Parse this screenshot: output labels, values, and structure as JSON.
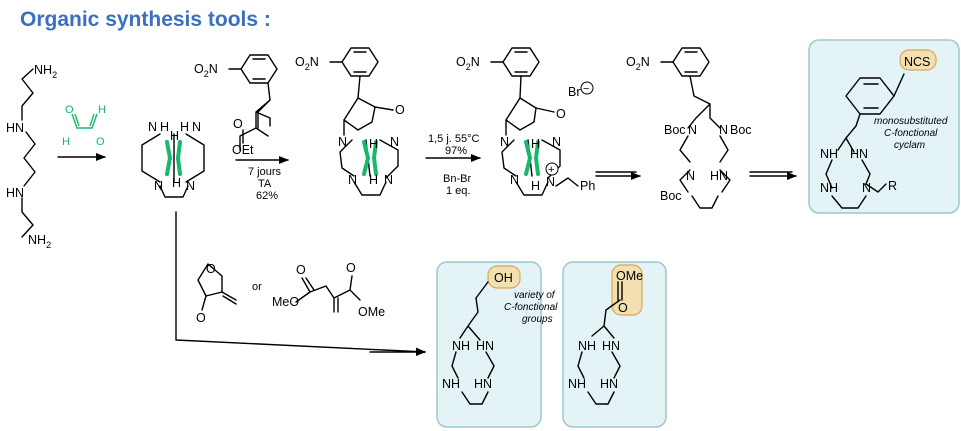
{
  "header": {
    "title": "Organic synthesis tools :"
  },
  "colors": {
    "title": "#3a6fc1",
    "accent_green": "#19b86a",
    "reagent_blue": "#1a1ac8",
    "box_fill": "#e4f3f6",
    "box_edge": "#9cc8cf",
    "highlight_fill": "#f4dfb1",
    "highlight_edge": "#d7a856"
  },
  "atoms": {
    "nh2": "NH",
    "two": "2",
    "hn": "HN",
    "nh": "NH",
    "n": "N",
    "h": "H",
    "o": "O",
    "o2n_o": "O",
    "o2n_2": "2",
    "o2n_n": "N",
    "oet": "OEt",
    "br": "Br",
    "ph": "Ph",
    "boc": "Boc",
    "ncs": "NCS",
    "r": "R",
    "oh": "OH",
    "ome": "OMe",
    "meo": "MeO",
    "plus": "+",
    "minus": "−"
  },
  "steps": {
    "step1": {
      "line1": "7 jours",
      "line2": "TA",
      "line3": "62%"
    },
    "step2": {
      "line1": "1,5 j. 55°C",
      "line2": "97%",
      "reagent1": "Bn-Br",
      "reagent2": "1 eq."
    }
  },
  "or_label": "or",
  "notes": {
    "top_box": [
      "monosubstituted",
      "C-fonctional",
      "cyclam"
    ],
    "bottom_box": [
      "variety of",
      "C-fonctional",
      "groups"
    ]
  }
}
